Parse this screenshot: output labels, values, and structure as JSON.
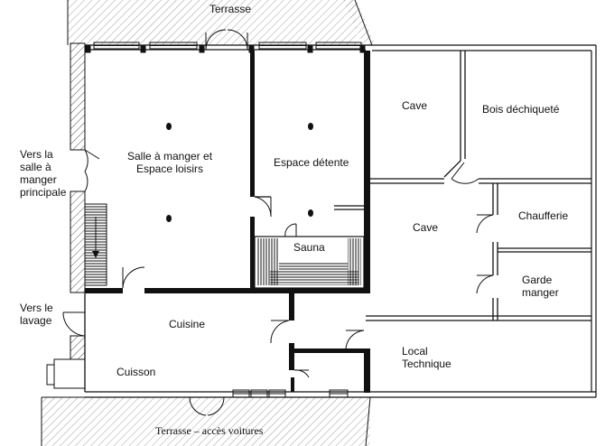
{
  "labels": {
    "terrasse_top": "Terrasse",
    "vers_salle": "Vers la salle à manger principale",
    "salle_a_manger": "Salle à manger et Espace loisirs",
    "espace_detente": "Espace détente",
    "sauna": "Sauna",
    "cave_top": "Cave",
    "bois_dechiquete": "Bois déchiqueté",
    "cave_mid": "Cave",
    "chaufferie": "Chaufferie",
    "garde_manger": "Garde manger",
    "vers_lavage": "Vers le lavage",
    "cuisine": "Cuisine",
    "cuisson": "Cuisson",
    "local_technique": "Local Technique",
    "terrasse_bottom": "Terrasse – accès voitures"
  }
}
